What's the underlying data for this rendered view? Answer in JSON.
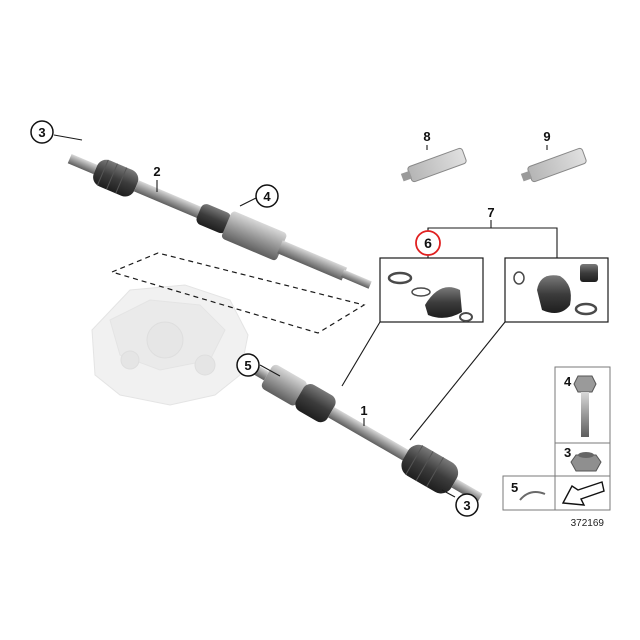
{
  "callouts": {
    "c1": "1",
    "c2": "2",
    "c3_left": "3",
    "c4": "4",
    "c5": "5",
    "c6": "6",
    "c7": "7",
    "c8": "8",
    "c9": "9",
    "c3_right": "3"
  },
  "legend": {
    "bolt_num": "4",
    "nut_num": "3",
    "clip_num": "5"
  },
  "diagram_number": "372169",
  "colors": {
    "highlight": "#e02020",
    "line": "#1a1a1a",
    "part": "#8c8c8c"
  }
}
